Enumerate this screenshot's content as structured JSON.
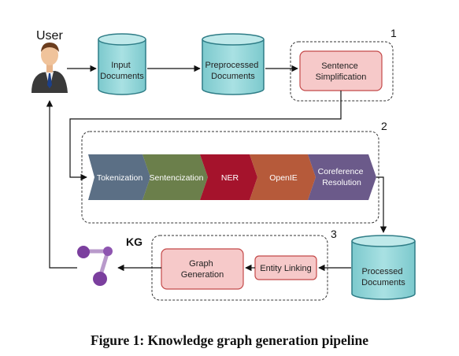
{
  "user": {
    "label": "User"
  },
  "databases": [
    {
      "id": "input",
      "label_lines": [
        "Input",
        "Documents"
      ]
    },
    {
      "id": "preprocessed",
      "label_lines": [
        "Preprocessed",
        "Documents"
      ]
    },
    {
      "id": "processed",
      "label_lines": [
        "Processed",
        "Documents"
      ]
    }
  ],
  "stages": [
    {
      "number": "1",
      "process_lines": [
        "Sentence",
        "Simplification"
      ]
    },
    {
      "number": "2",
      "steps": [
        {
          "label_lines": [
            "Tokenization"
          ],
          "color": "#5b6f85"
        },
        {
          "label_lines": [
            "Sentencization"
          ],
          "color": "#6b7f4b"
        },
        {
          "label_lines": [
            "NER"
          ],
          "color": "#a5132c"
        },
        {
          "label_lines": [
            "OpenIE"
          ],
          "color": "#b65a3a"
        },
        {
          "label_lines": [
            "Coreference",
            "Resolution"
          ],
          "color": "#6b5a8a"
        }
      ]
    },
    {
      "number": "3",
      "entity_linking": [
        "Entity Linking"
      ],
      "graph_generation": [
        "Graph",
        "Generation"
      ]
    }
  ],
  "kg": {
    "label": "KG"
  },
  "colors": {
    "cylinder_fill": "#8fd3d6",
    "cylinder_stroke": "#2f7d87",
    "process_fill": "#f6c9c9",
    "process_stroke": "#c44a4a",
    "kg_node": "#7b3f9e"
  },
  "caption": "Figure 1: Knowledge graph generation pipeline"
}
